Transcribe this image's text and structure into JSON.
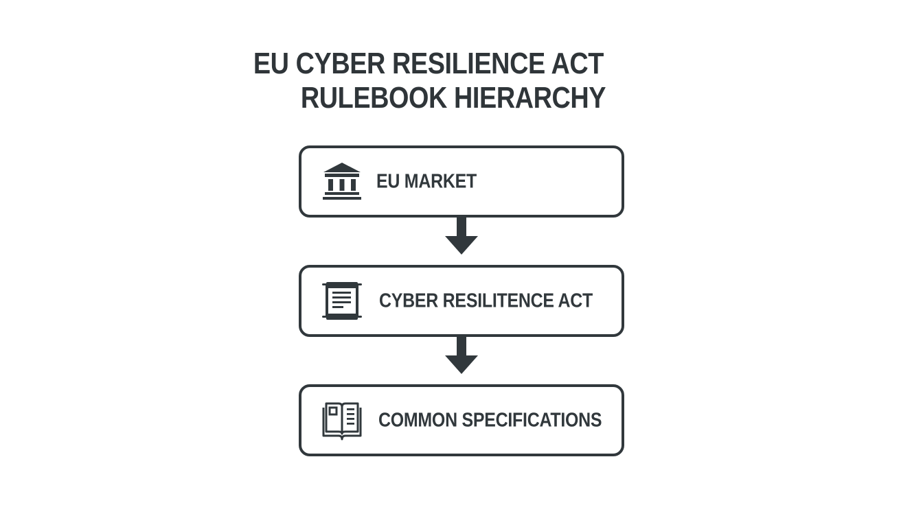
{
  "title": {
    "line1": "EU CYBER RESILIENCE ACT",
    "line2": "RULEBOOK HIERARCHY"
  },
  "colors": {
    "ink": "#31383c",
    "background": "#ffffff"
  },
  "hierarchy": [
    {
      "label": "EU MARKET",
      "icon": "bank-building-icon"
    },
    {
      "label": "CYBER RESILITENCE ACT",
      "icon": "scroll-document-icon"
    },
    {
      "label": "COMMON SPECIFICATIONS",
      "icon": "open-book-icon"
    }
  ],
  "connectors": [
    {
      "from": "EU MARKET",
      "to": "CYBER RESILITENCE ACT",
      "direction": "down"
    },
    {
      "from": "CYBER RESILITENCE ACT",
      "to": "COMMON SPECIFICATIONS",
      "direction": "down"
    }
  ]
}
